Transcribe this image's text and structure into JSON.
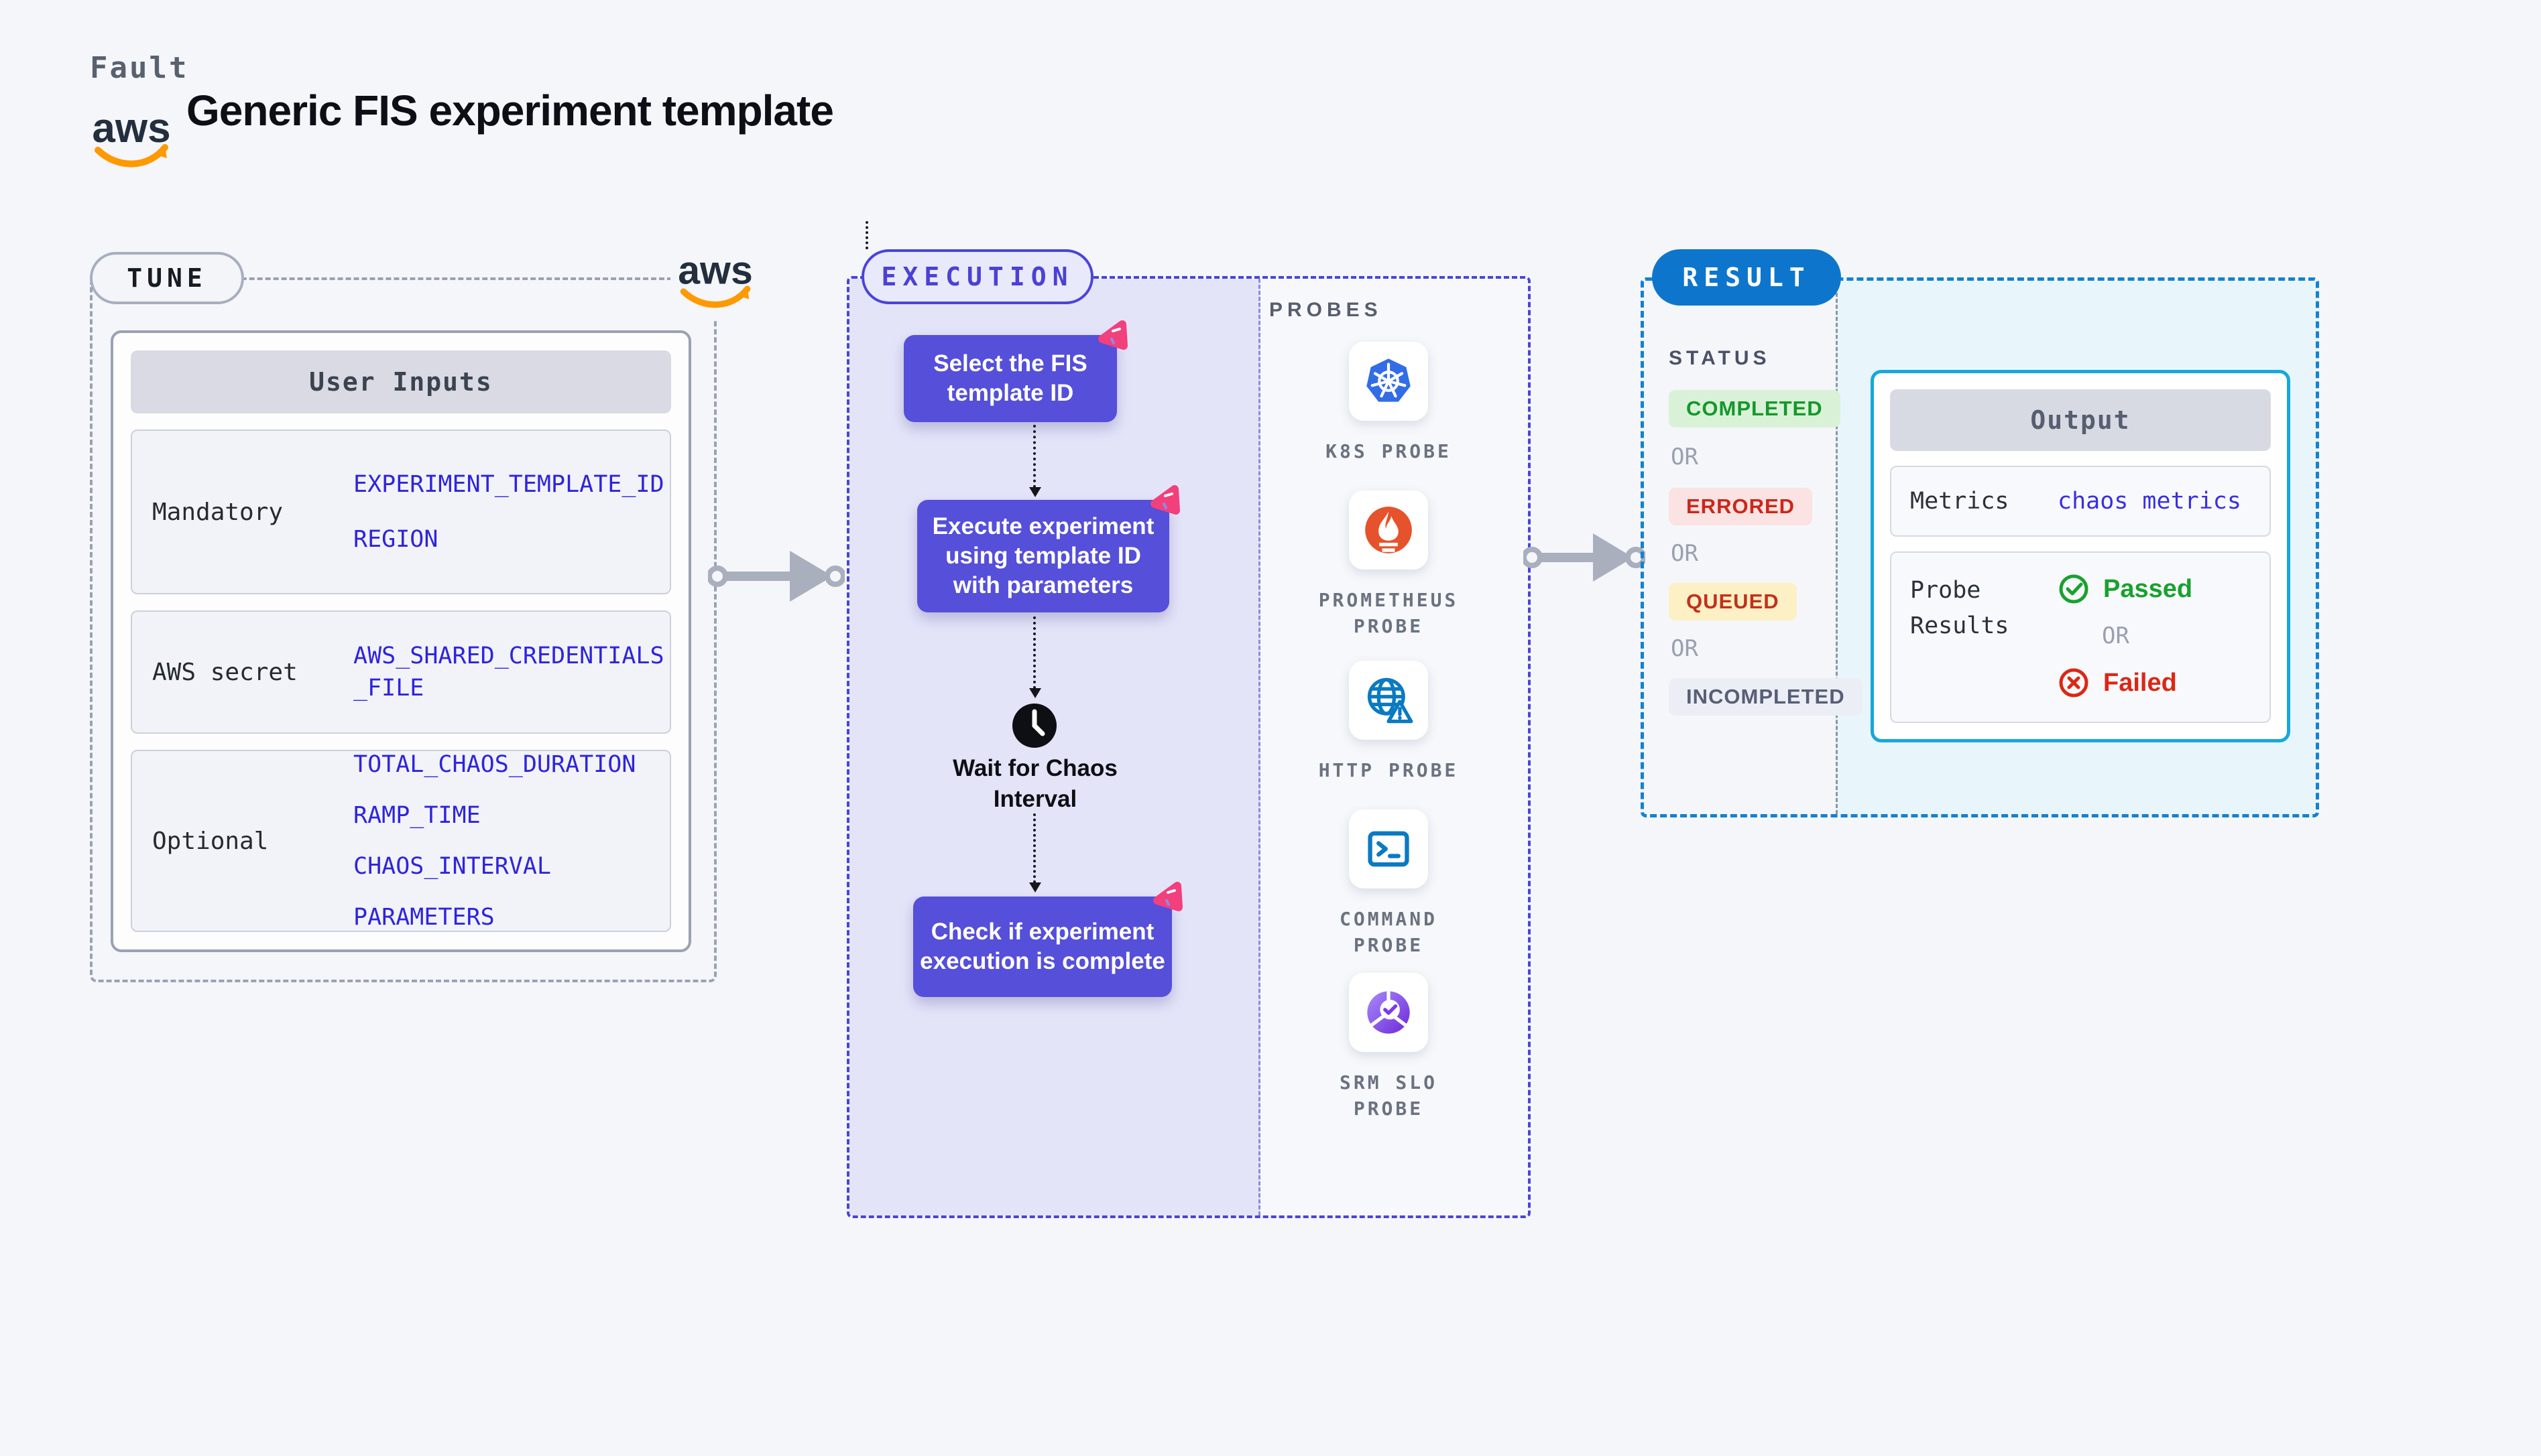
{
  "header": {
    "brand": "Fault",
    "title": "Generic FIS experiment template",
    "aws_logo_text": "aws"
  },
  "tune": {
    "label": "TUNE",
    "user_inputs": {
      "header": "User Inputs",
      "rows": [
        {
          "label": "Mandatory",
          "values": [
            "EXPERIMENT_TEMPLATE_ID",
            "REGION"
          ]
        },
        {
          "label": "AWS secret",
          "values": [
            "AWS_SHARED_CREDENTIALS",
            "_FILE"
          ]
        },
        {
          "label": "Optional",
          "values": [
            "TOTAL_CHAOS_DURATION",
            "RAMP_TIME",
            "CHAOS_INTERVAL",
            "PARAMETERS"
          ]
        }
      ]
    }
  },
  "execution": {
    "label": "EXECUTION",
    "steps": [
      {
        "lines": [
          "Select the FIS",
          "template ID"
        ]
      },
      {
        "lines": [
          "Execute experiment",
          "using template ID",
          "with parameters"
        ]
      },
      {
        "lines": [
          "Check if experiment",
          "execution is complete"
        ]
      }
    ],
    "wait_step": {
      "lines": [
        "Wait for Chaos",
        "Interval"
      ]
    },
    "probes": {
      "heading": "PROBES",
      "items": [
        {
          "icon": "kubernetes-icon",
          "lines": [
            "K8S PROBE",
            ""
          ]
        },
        {
          "icon": "prometheus-icon",
          "lines": [
            "PROMETHEUS",
            "PROBE"
          ]
        },
        {
          "icon": "http-globe-icon",
          "lines": [
            "HTTP PROBE",
            ""
          ]
        },
        {
          "icon": "command-terminal-icon",
          "lines": [
            "COMMAND",
            "PROBE"
          ]
        },
        {
          "icon": "srm-slo-icon",
          "lines": [
            "SRM SLO",
            "PROBE"
          ]
        }
      ]
    }
  },
  "result": {
    "label": "RESULT",
    "status": {
      "heading": "STATUS",
      "separator": "OR",
      "badges": [
        {
          "text": "COMPLETED",
          "style": "success"
        },
        {
          "text": "ERRORED",
          "style": "error"
        },
        {
          "text": "QUEUED",
          "style": "queued"
        },
        {
          "text": "INCOMPLETED",
          "style": "neutral"
        }
      ]
    },
    "output": {
      "header": "Output",
      "metrics": {
        "label": "Metrics",
        "value": "chaos metrics"
      },
      "probe_results": {
        "label_lines": [
          "Probe",
          "Results"
        ],
        "passed": "Passed",
        "separator": "OR",
        "failed": "Failed"
      }
    }
  },
  "colors": {
    "page_bg": "#f4f6fa",
    "indigo_accent": "#4a44d9",
    "step_purple": "#554fd9",
    "lavender_bg": "#e4e4f9",
    "result_blue": "#0d76cc",
    "result_dash_blue": "#1282d2",
    "output_cyan_border": "#16a8dc",
    "output_cyan_bg": "#e8f6fc",
    "value_blue": "#2f24dd",
    "passed_green": "#18a12e",
    "failed_red": "#dc2716",
    "chaos_badge_pink": "#f2407c",
    "aws_orange": "#ff9900",
    "k8s_blue": "#326de6",
    "prometheus_orange": "#e6522c",
    "http_blue": "#0a7ac2",
    "srm_purple": "#7c4dff"
  }
}
